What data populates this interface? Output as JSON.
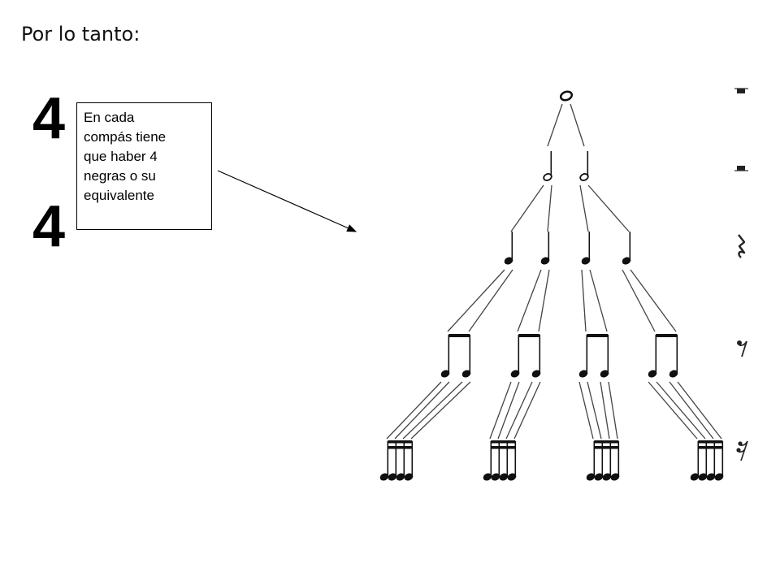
{
  "title": "Por lo tanto:",
  "time_signature": {
    "top": "4",
    "bottom": "4"
  },
  "callout": {
    "lines": [
      "En cada",
      "compás tiene",
      "que haber 4",
      "negras o su",
      "equivalente"
    ]
  },
  "tree": {
    "levels": [
      {
        "note": "whole-note",
        "count": 1,
        "rest": "whole-rest"
      },
      {
        "note": "half-note",
        "count": 2,
        "rest": "half-rest"
      },
      {
        "note": "quarter-note",
        "count": 4,
        "rest": "quarter-rest"
      },
      {
        "note": "eighth-note",
        "count": 8,
        "rest": "eighth-rest"
      },
      {
        "note": "sixteenth-note",
        "count": 16,
        "rest": "sixteenth-rest"
      }
    ]
  }
}
